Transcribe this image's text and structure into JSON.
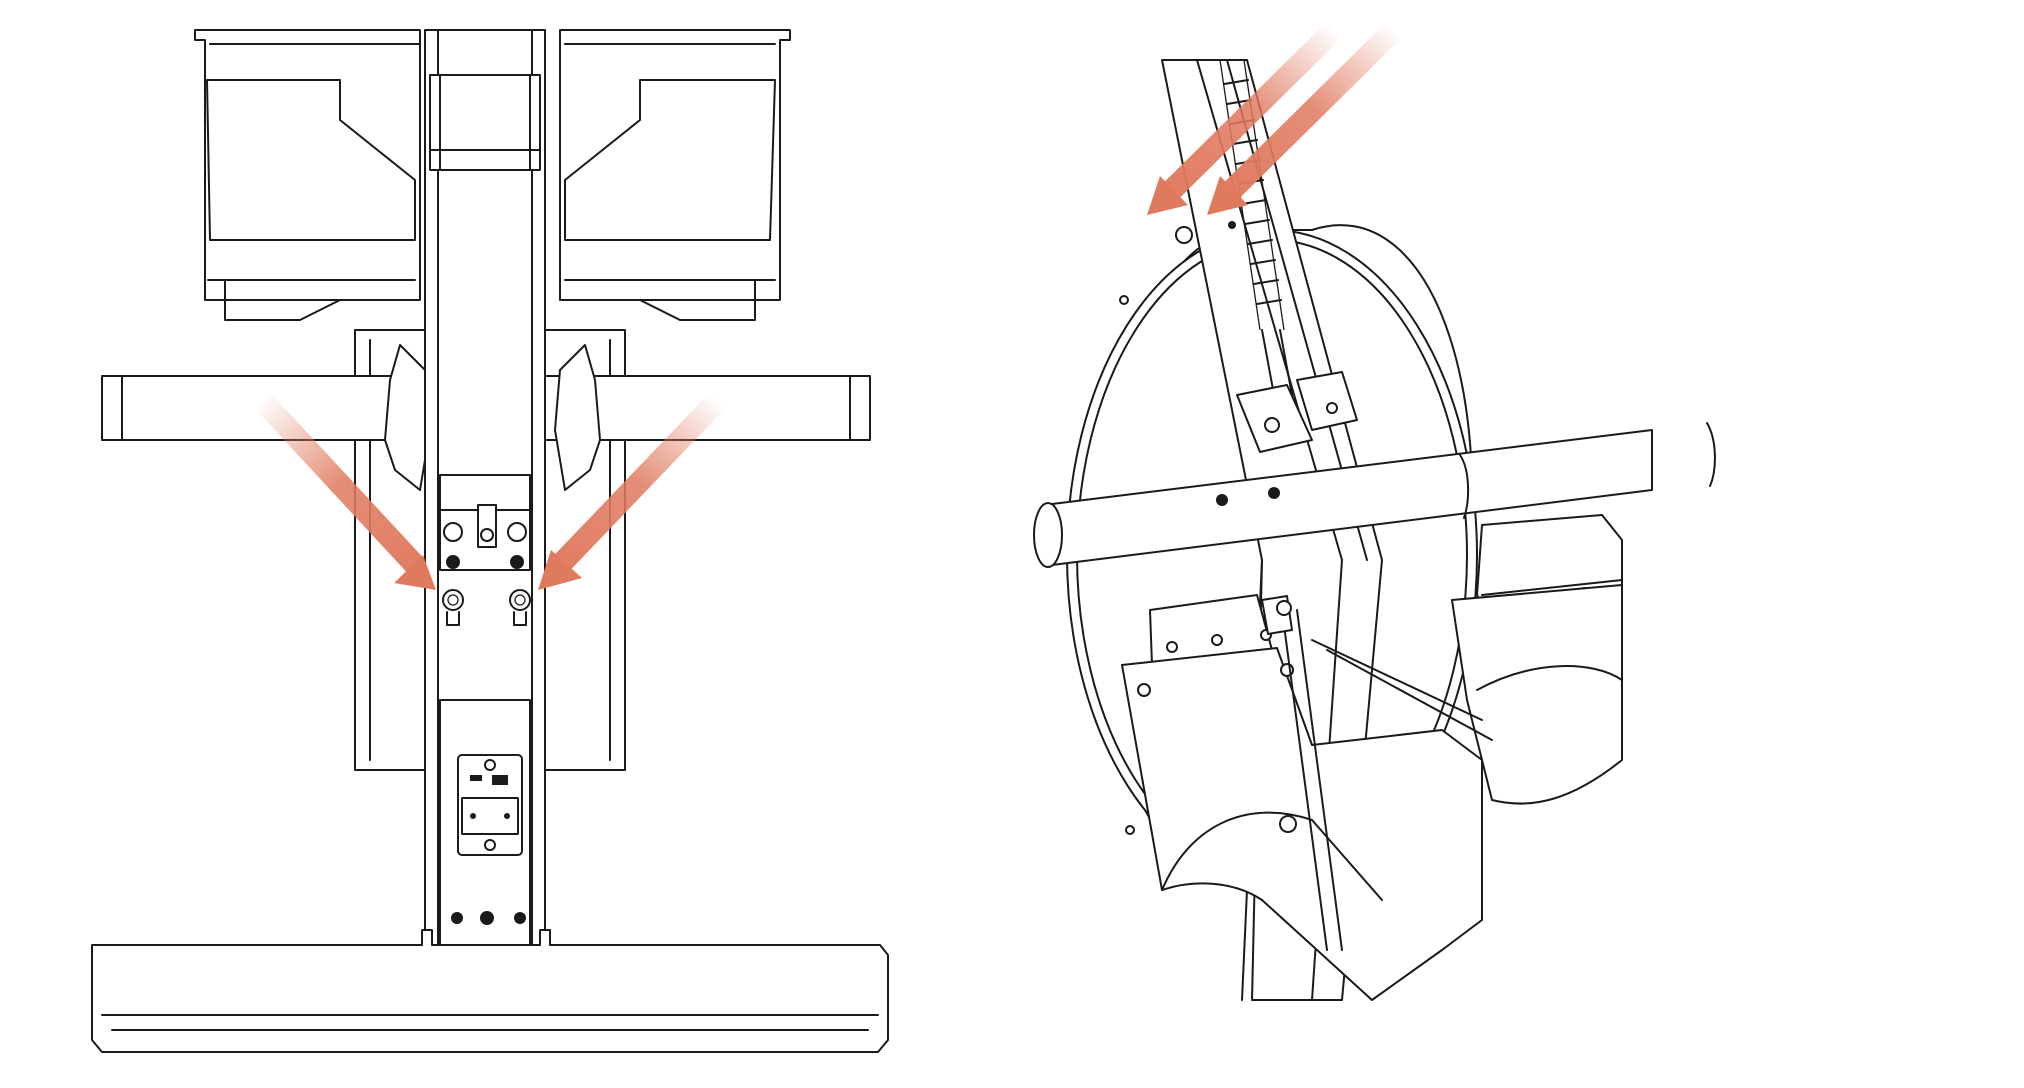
{
  "figure": {
    "panels": [
      {
        "view": "front",
        "arrow_count": 2
      },
      {
        "view": "side-perspective",
        "arrow_count": 2
      }
    ],
    "arrow_color": "#e07a5f"
  }
}
